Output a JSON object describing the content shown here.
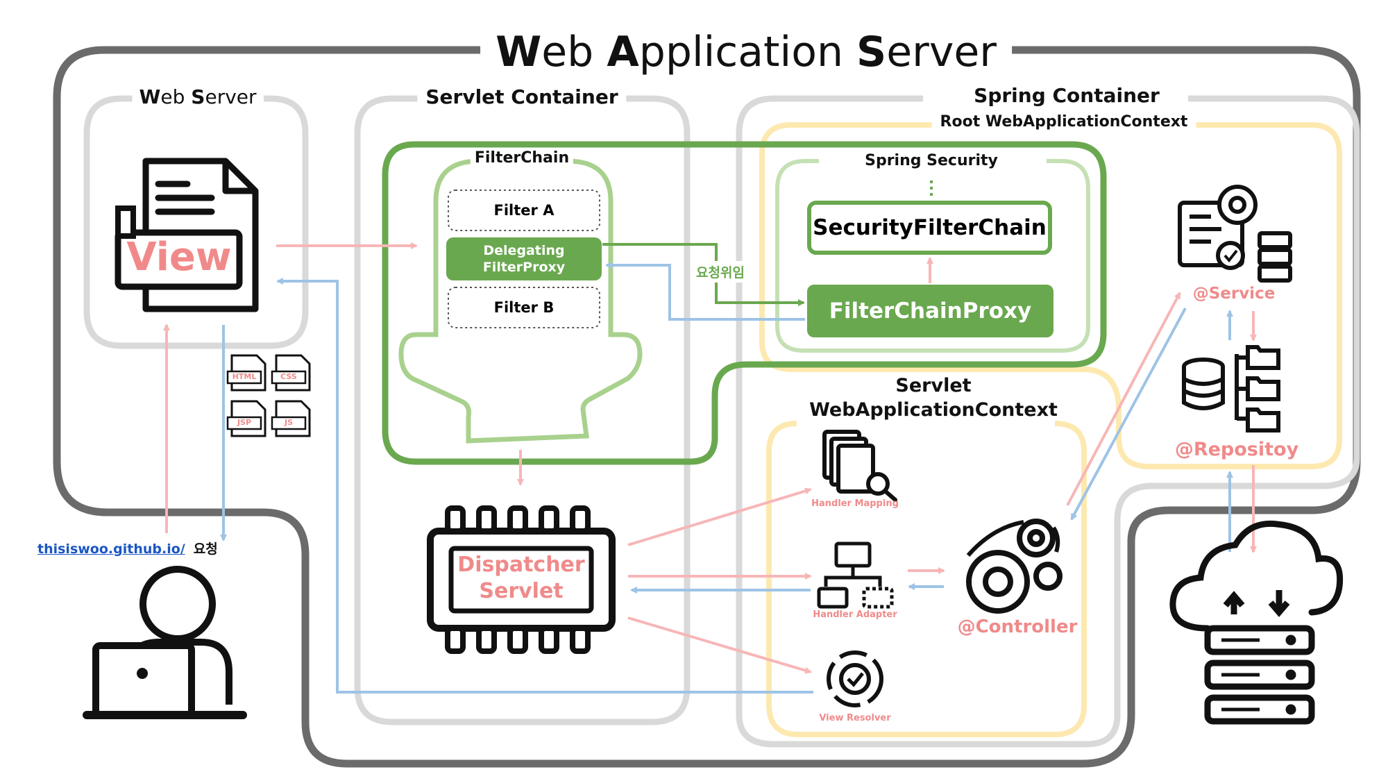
{
  "diagram": {
    "title_parts": [
      {
        "cap": "W",
        "rest": "eb "
      },
      {
        "cap": "A",
        "rest": "pplication "
      },
      {
        "cap": "S",
        "rest": "erver"
      }
    ],
    "web_server": {
      "cap1": "W",
      "rest1": "eb ",
      "cap2": "S",
      "rest2": "erver"
    },
    "servlet_container": "Servlet Container",
    "spring_container": "Spring Container",
    "root_context": "Root WebApplicationContext",
    "filter_chain": "FilterChain",
    "filter_a": "Filter A",
    "delegating_line1": "Delegating",
    "delegating_line2": "FilterProxy",
    "filter_b": "Filter B",
    "spring_security": "Spring Security",
    "security_filter_chain": "SecurityFilterChain",
    "filter_chain_proxy": "FilterChainProxy",
    "delegation_label": "요청위임",
    "servlet_ctx_line1": "Servlet",
    "servlet_ctx_line2": "WebApplicationContext",
    "view_label": "View",
    "file_types": [
      "HTML",
      "CSS",
      "JSP",
      "JS"
    ],
    "request_link": "thisiswoo.github.io/",
    "request_suffix": "요청",
    "dispatcher_line1": "Dispatcher",
    "dispatcher_line2": "Servlet",
    "handler_mapping": "Handler Mapping",
    "handler_adapter": "Handler Adapter",
    "view_resolver": "View Resolver",
    "controller": "@Controller",
    "service": "@Service",
    "repository": "@Repositoy"
  },
  "colors": {
    "outer_border": "#6b6b6b",
    "inner_border": "#d9d9d9",
    "green_dark": "#6aa84f",
    "green_light": "#a9d18e",
    "yellow": "#fde9b0",
    "pink_arrow": "#f7b6b6",
    "blue_arrow": "#9ec3e6",
    "accent_pink": "#f08a8a"
  }
}
